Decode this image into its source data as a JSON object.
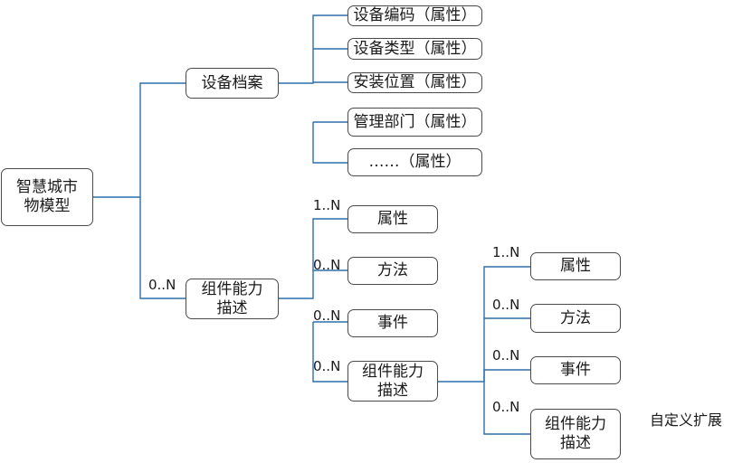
{
  "nodes": {
    "root": "智慧城市\n物模型",
    "profile": "设备档案",
    "profile_attrs": [
      "设备编码（属性）",
      "设备类型（属性）",
      "安装位置（属性）",
      "管理部门（属性）",
      "……（属性）"
    ],
    "capability": "组件能力\n描述",
    "cap_children": [
      "属性",
      "方法",
      "事件",
      "组件能力\n描述"
    ],
    "sub_children": [
      "属性",
      "方法",
      "事件",
      "组件能力\n描述"
    ]
  },
  "labels": {
    "root_to_capability": "0..N",
    "cap_children": [
      "1..N",
      "0..N",
      "0..N",
      "0..N"
    ],
    "sub_children": [
      "1..N",
      "0..N",
      "0..N",
      "0..N"
    ]
  },
  "note": "自定义扩展",
  "colors": {
    "line": "#2e6fa7",
    "border": "#4a4a4a"
  }
}
